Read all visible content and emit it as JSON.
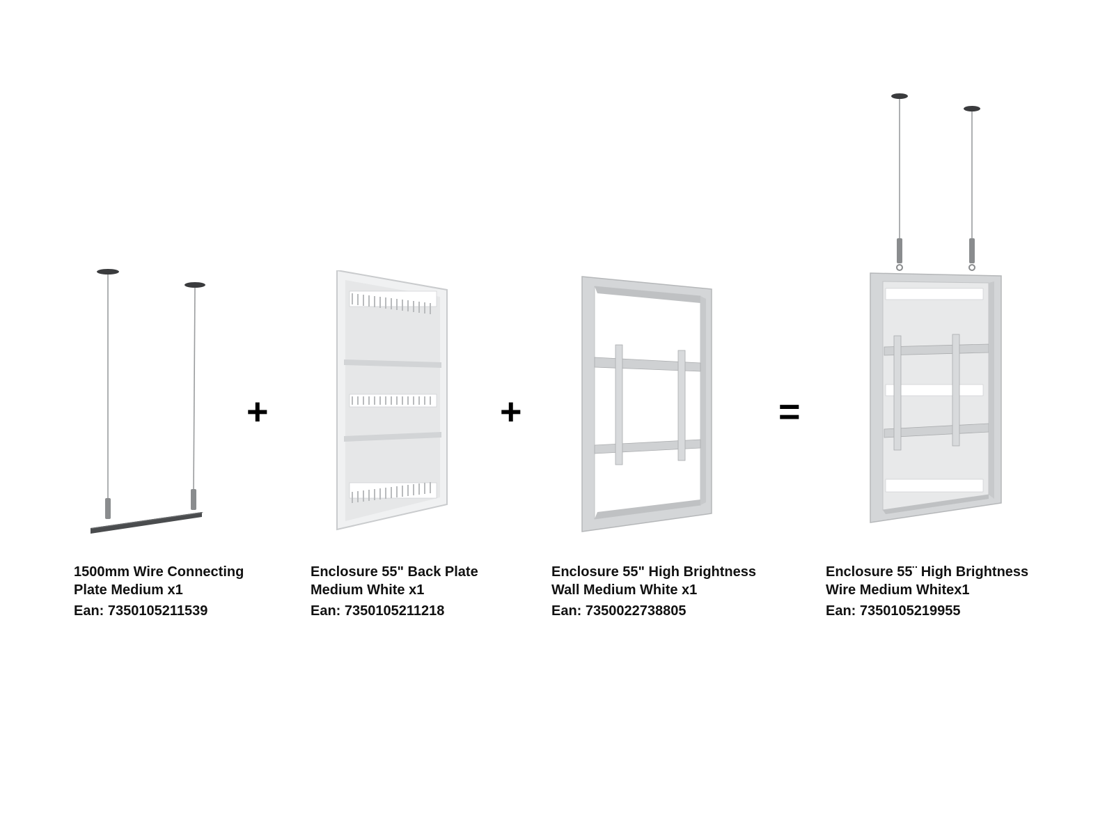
{
  "products": [
    {
      "name_line1": "1500mm Wire Connecting",
      "name_line2": "Plate Medium x1",
      "ean": "Ean: 7350105211539"
    },
    {
      "name_line1": "Enclosure 55\" Back Plate",
      "name_line2": "Medium White x1",
      "ean": "Ean: 7350105211218"
    },
    {
      "name_line1": "Enclosure 55\" High Brightness",
      "name_line2": "Wall Medium White x1",
      "ean": "Ean: 7350022738805"
    },
    {
      "name_line1": "Enclosure 55¨ High Brightness",
      "name_line2": "Wire Medium Whitex1",
      "ean": "Ean: 7350105219955"
    }
  ],
  "operators": {
    "plus_1": "+",
    "plus_2": "+",
    "equals": "="
  },
  "colors": {
    "background": "#ffffff",
    "text": "#111111",
    "panel_white": "#e6e7e8",
    "frame_grey": "#d4d6d8",
    "plate_dark": "#4a4c4e"
  },
  "icons": {
    "product_1": "wire-kit-image",
    "product_2": "back-plate-image",
    "product_3": "wall-enclosure-image",
    "product_4": "wire-enclosure-image"
  }
}
